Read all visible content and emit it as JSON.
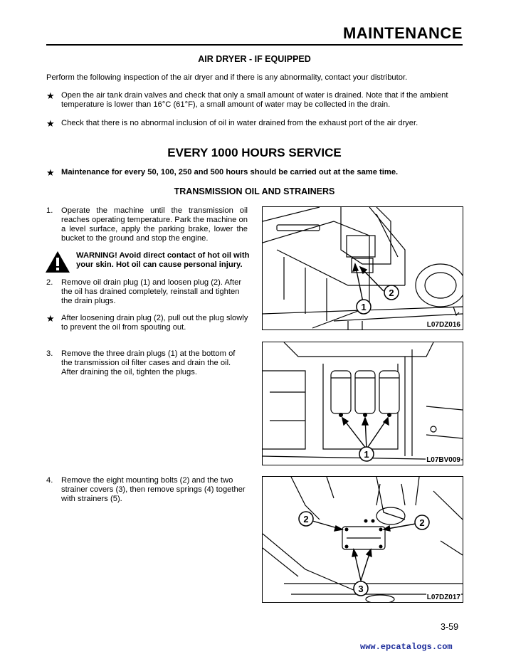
{
  "header": {
    "title": "MAINTENANCE"
  },
  "air_dryer": {
    "heading": "AIR DRYER - IF EQUIPPED",
    "intro": "Perform the following inspection of the air dryer and if there is any abnormality, contact your distributor.",
    "bullets": [
      "Open the air tank drain valves and check that only a small amount of water is drained. Note that if the ambient temperature is lower than 16°C (61°F), a small amount of water may be collected in the drain.",
      "Check that there is no abnormal inclusion of oil in water drained from the exhaust port of the air dryer."
    ]
  },
  "service": {
    "heading": "EVERY 1000 HOURS SERVICE",
    "note": "Maintenance for every 50, 100, 250 and 500 hours should be carried out at the same time."
  },
  "transmission": {
    "heading": "TRANSMISSION OIL AND STRAINERS",
    "step1_num": "1.",
    "step1": "Operate the machine until the transmission oil reaches operating temperature. Park the machine on a level surface, apply the parking brake, lower the bucket to the ground and stop the engine.",
    "warning": "WARNING! Avoid direct contact of hot oil with your skin. Hot oil can cause personal injury.",
    "step2_num": "2.",
    "step2": "Remove oil drain plug (1) and loosen plug (2). After the oil has drained completely, reinstall and tighten the drain plugs.",
    "step2_note": "After loosening drain plug (2), pull out the plug slowly to prevent the oil from spouting out.",
    "step3_num": "3.",
    "step3": "Remove the three drain plugs (1) at the bottom of the transmission oil filter cases and drain the oil. After draining the oil, tighten the plugs.",
    "step4_num": "4.",
    "step4": "Remove the eight mounting bolts (2) and the two strainer covers (3), then remove springs (4) together with strainers (5)."
  },
  "figures": [
    {
      "label": "L07DZ016",
      "callouts": [
        "1",
        "2"
      ]
    },
    {
      "label": "L07BV009",
      "callouts": [
        "1"
      ]
    },
    {
      "label": "L07DZ017",
      "callouts": [
        "2",
        "2",
        "3"
      ]
    }
  ],
  "footer": {
    "page_number": "3-59",
    "url": "www.epcatalogs.com"
  }
}
